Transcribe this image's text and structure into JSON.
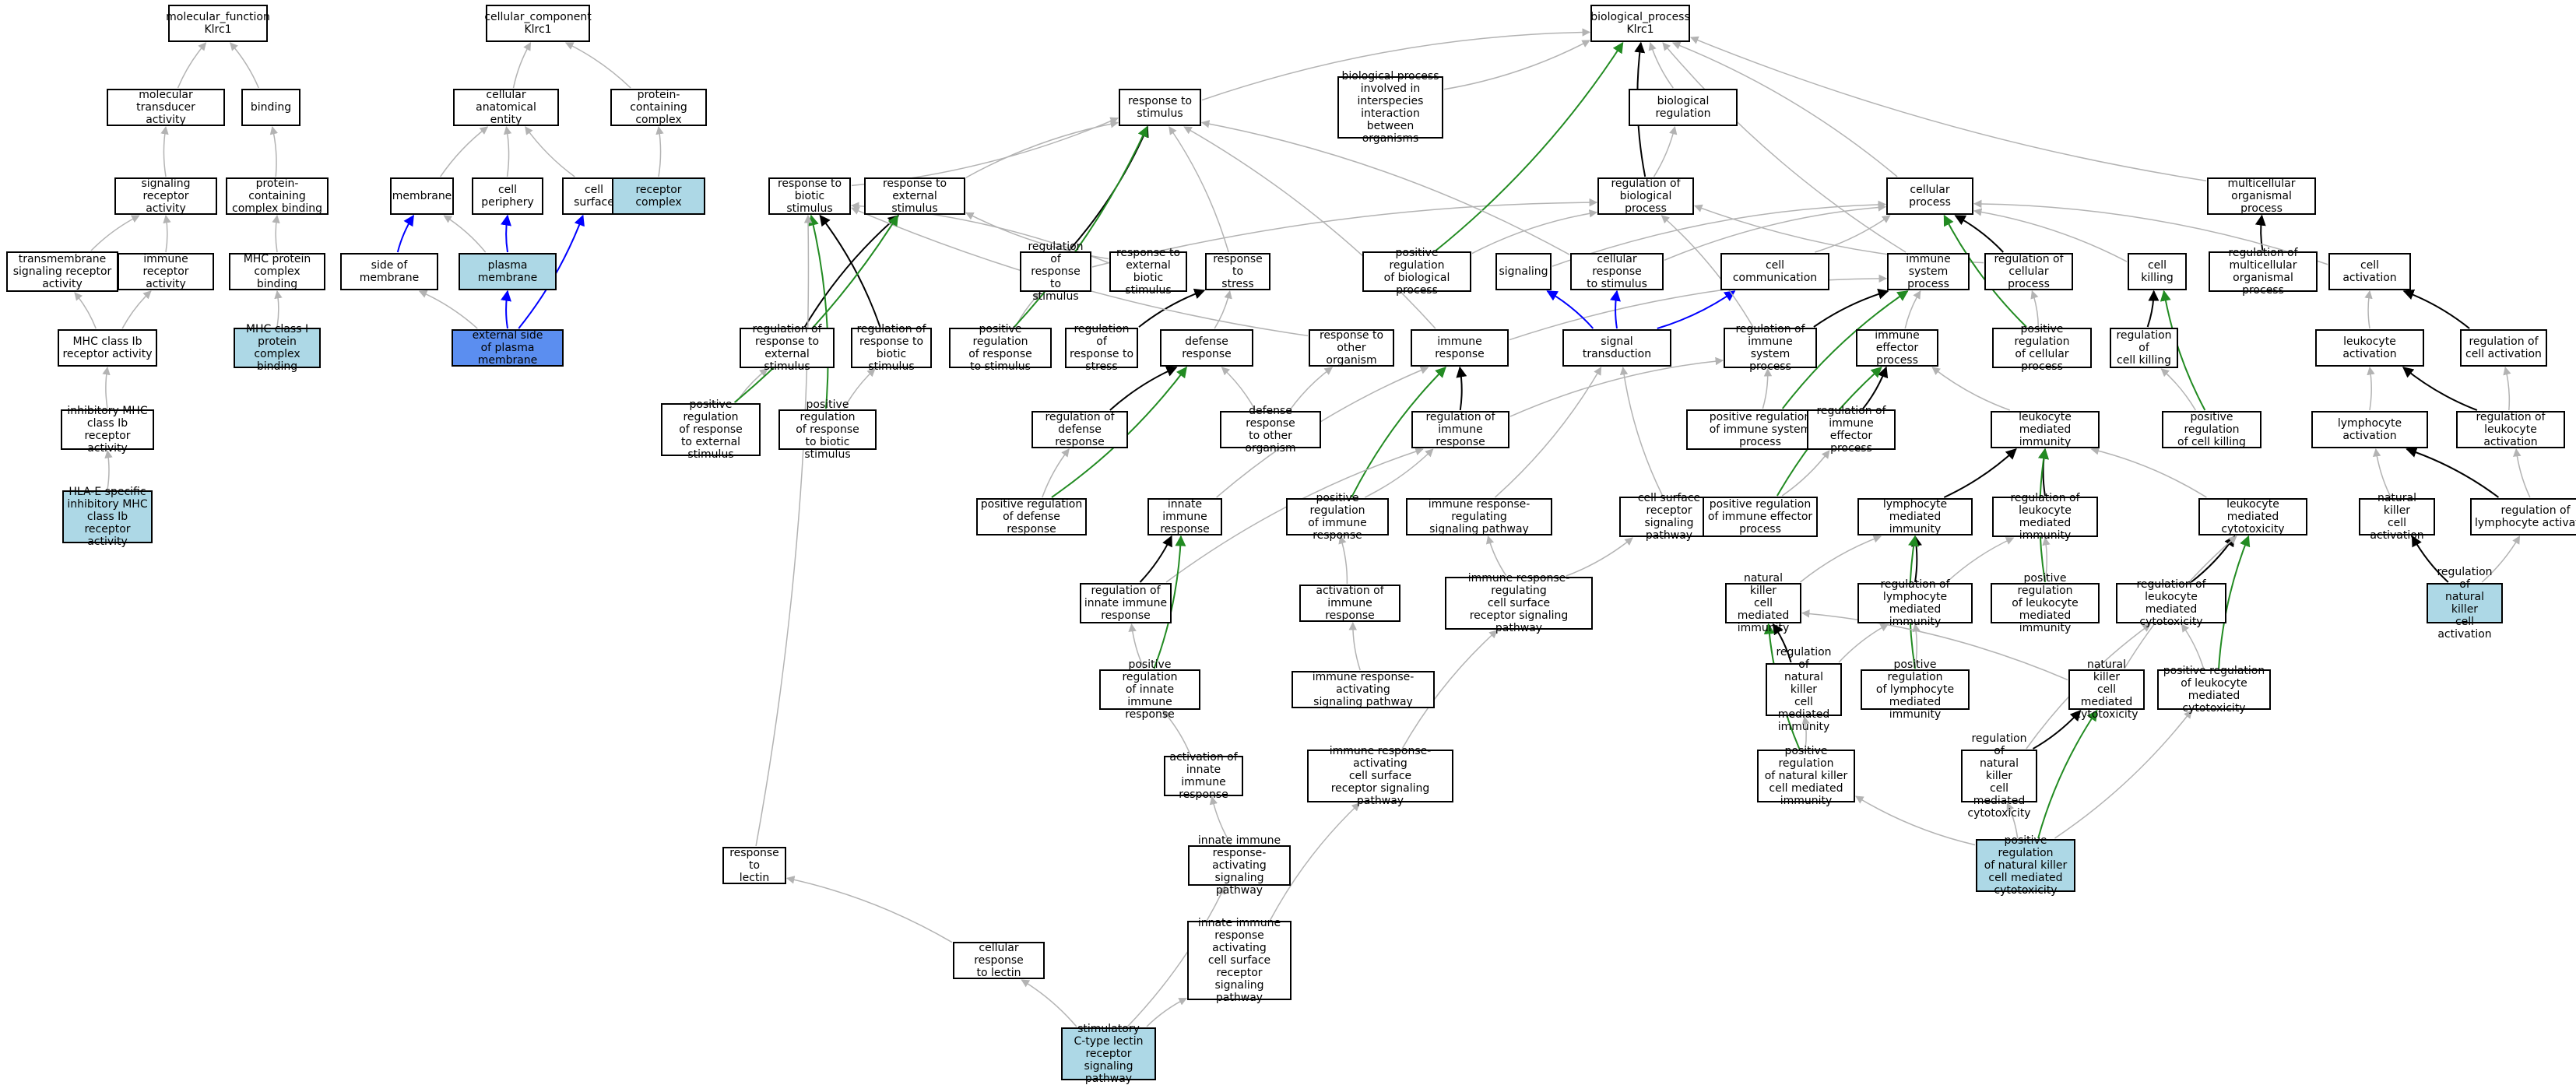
{
  "colors": {
    "default_fill": "#ffffff",
    "highlight_fill": "#add8e6",
    "focus_fill": "#5b8ef0",
    "edge_gray": "#b3b3b3",
    "edge_black": "#000000",
    "edge_blue": "#0000ff",
    "edge_green": "#228b22"
  },
  "nodes": [
    {
      "id": "mf",
      "label": "molecular_function\nKlrc1"
    },
    {
      "id": "mta",
      "label": "molecular transducer\nactivity"
    },
    {
      "id": "bind",
      "label": "binding"
    },
    {
      "id": "sra",
      "label": "signaling receptor\nactivity"
    },
    {
      "id": "pccb",
      "label": "protein-containing\ncomplex binding"
    },
    {
      "id": "tsra",
      "label": "transmembrane\nsignaling receptor\nactivity"
    },
    {
      "id": "ira",
      "label": "immune receptor\nactivity"
    },
    {
      "id": "mhcpcb",
      "label": "MHC protein\ncomplex binding"
    },
    {
      "id": "mhcib",
      "label": "MHC class Ib\nreceptor activity"
    },
    {
      "id": "mhci",
      "label": "MHC class I\nprotein complex\nbinding",
      "style": "hl"
    },
    {
      "id": "inhib",
      "label": "inhibitory MHC\nclass Ib receptor\nactivity"
    },
    {
      "id": "hlae",
      "label": "HLA-E specific\ninhibitory MHC\nclass Ib receptor\nactivity",
      "style": "hl"
    },
    {
      "id": "cc",
      "label": "cellular_component\nKlrc1"
    },
    {
      "id": "cae",
      "label": "cellular anatomical\nentity"
    },
    {
      "id": "pcc",
      "label": "protein-containing\ncomplex"
    },
    {
      "id": "mem",
      "label": "membrane"
    },
    {
      "id": "cper",
      "label": "cell periphery"
    },
    {
      "id": "csurf",
      "label": "cell surface"
    },
    {
      "id": "rcpx",
      "label": "receptor complex",
      "style": "hl"
    },
    {
      "id": "som",
      "label": "side of membrane"
    },
    {
      "id": "pm",
      "label": "plasma membrane",
      "style": "hl"
    },
    {
      "id": "espm",
      "label": "external side\nof plasma membrane",
      "style": "hl2"
    },
    {
      "id": "bp",
      "label": "biological_process\nKlrc1"
    },
    {
      "id": "rts",
      "label": "response to\nstimulus"
    },
    {
      "id": "bpio",
      "label": "biological process\ninvolved in\ninterspecies\ninteraction\nbetween organisms"
    },
    {
      "id": "breg",
      "label": "biological regulation"
    },
    {
      "id": "rbs",
      "label": "response to\nbiotic stimulus"
    },
    {
      "id": "res",
      "label": "response to\nexternal stimulus"
    },
    {
      "id": "rbp",
      "label": "regulation of\nbiological process"
    },
    {
      "id": "cp",
      "label": "cellular process"
    },
    {
      "id": "mop",
      "label": "multicellular\norganismal process"
    },
    {
      "id": "rrs",
      "label": "regulation of\nresponse to\nstimulus"
    },
    {
      "id": "rebs",
      "label": "response to\nexternal biotic\nstimulus"
    },
    {
      "id": "rstress",
      "label": "response to\nstress"
    },
    {
      "id": "prbp",
      "label": "positive regulation\nof biological\nprocess"
    },
    {
      "id": "sig",
      "label": "signaling"
    },
    {
      "id": "crs",
      "label": "cellular response\nto stimulus"
    },
    {
      "id": "ccom",
      "label": "cell communication"
    },
    {
      "id": "isp",
      "label": "immune system\nprocess"
    },
    {
      "id": "rcp",
      "label": "regulation of\ncellular process"
    },
    {
      "id": "ck",
      "label": "cell killing"
    },
    {
      "id": "rmop",
      "label": "regulation of\nmulticellular\norganismal process"
    },
    {
      "id": "ca",
      "label": "cell activation"
    },
    {
      "id": "rres",
      "label": "regulation of\nresponse to\nexternal stimulus"
    },
    {
      "id": "rrbs",
      "label": "regulation of\nresponse to\nbiotic stimulus"
    },
    {
      "id": "prrs",
      "label": "positive regulation\nof response\nto stimulus"
    },
    {
      "id": "rrstress",
      "label": "regulation of\nresponse to\nstress"
    },
    {
      "id": "dr",
      "label": "defense response"
    },
    {
      "id": "rto",
      "label": "response to\nother organism"
    },
    {
      "id": "ir",
      "label": "immune response"
    },
    {
      "id": "st",
      "label": "signal transduction"
    },
    {
      "id": "risp",
      "label": "regulation of\nimmune system\nprocess"
    },
    {
      "id": "iep",
      "label": "immune effector\nprocess"
    },
    {
      "id": "prcp",
      "label": "positive regulation\nof cellular\nprocess"
    },
    {
      "id": "rck",
      "label": "regulation of\ncell killing"
    },
    {
      "id": "la",
      "label": "leukocyte activation"
    },
    {
      "id": "rca",
      "label": "regulation of\ncell activation"
    },
    {
      "id": "prres",
      "label": "positive regulation\nof response\nto external\nstimulus"
    },
    {
      "id": "prrbs",
      "label": "positive regulation\nof response\nto biotic stimulus"
    },
    {
      "id": "rdr",
      "label": "regulation of\ndefense response"
    },
    {
      "id": "drto",
      "label": "defense response\nto other organism"
    },
    {
      "id": "rir",
      "label": "regulation of\nimmune response"
    },
    {
      "id": "prisp",
      "label": "positive regulation\nof immune system\nprocess"
    },
    {
      "id": "riep",
      "label": "regulation of\nimmune effector\nprocess"
    },
    {
      "id": "lmi",
      "label": "leukocyte mediated\nimmunity"
    },
    {
      "id": "prck",
      "label": "positive regulation\nof cell killing"
    },
    {
      "id": "lya",
      "label": "lymphocyte activation"
    },
    {
      "id": "rla",
      "label": "regulation of\nleukocyte activation"
    },
    {
      "id": "prdr",
      "label": "positive regulation\nof defense response"
    },
    {
      "id": "iir",
      "label": "innate immune\nresponse"
    },
    {
      "id": "prir",
      "label": "positive regulation\nof immune response"
    },
    {
      "id": "irrsp",
      "label": "immune response-regulating\nsignaling pathway"
    },
    {
      "id": "csrsp",
      "label": "cell surface\nreceptor signaling\npathway"
    },
    {
      "id": "prepiep",
      "label": "positive regulation\nof immune effector\nprocess"
    },
    {
      "id": "lymi",
      "label": "lymphocyte mediated\nimmunity"
    },
    {
      "id": "rlmi",
      "label": "regulation of\nleukocyte mediated\nimmunity"
    },
    {
      "id": "lmc",
      "label": "leukocyte mediated\ncytotoxicity"
    },
    {
      "id": "nkca",
      "label": "natural killer\ncell activation"
    },
    {
      "id": "rlya",
      "label": "regulation of\nlymphocyte activation"
    },
    {
      "id": "riir",
      "label": "regulation of\ninnate immune\nresponse"
    },
    {
      "id": "aoir",
      "label": "activation of\nimmune response"
    },
    {
      "id": "irrcsrsp",
      "label": "immune response-regulating\ncell surface\nreceptor signaling\npathway"
    },
    {
      "id": "nkcmi",
      "label": "natural killer\ncell mediated\nimmunity"
    },
    {
      "id": "rlymi",
      "label": "regulation of\nlymphocyte mediated\nimmunity"
    },
    {
      "id": "prlmi",
      "label": "positive regulation\nof leukocyte\nmediated immunity"
    },
    {
      "id": "rlmc",
      "label": "regulation of\nleukocyte mediated\ncytotoxicity"
    },
    {
      "id": "rnkca",
      "label": "regulation of\nnatural killer\ncell activation",
      "style": "hl"
    },
    {
      "id": "priir",
      "label": "positive regulation\nof innate immune\nresponse"
    },
    {
      "id": "irasp",
      "label": "immune response-activating\nsignaling pathway"
    },
    {
      "id": "rnkcmi",
      "label": "regulation of\nnatural killer\ncell mediated\nimmunity"
    },
    {
      "id": "prlymi",
      "label": "positive regulation\nof lymphocyte\nmediated immunity"
    },
    {
      "id": "nkcmc",
      "label": "natural killer\ncell mediated\ncytotoxicity"
    },
    {
      "id": "prlmc",
      "label": "positive regulation\nof leukocyte\nmediated cytotoxicity"
    },
    {
      "id": "aiir",
      "label": "activation of\ninnate immune\nresponse"
    },
    {
      "id": "iracsrsp",
      "label": "immune response-activating\ncell surface\nreceptor signaling\npathway"
    },
    {
      "id": "prnkcmi",
      "label": "positive regulation\nof natural killer\ncell mediated\nimmunity"
    },
    {
      "id": "rnkcmc",
      "label": "regulation of\nnatural killer\ncell mediated\ncytotoxicity"
    },
    {
      "id": "rtl",
      "label": "response to\nlectin"
    },
    {
      "id": "iirasp",
      "label": "innate immune\nresponse-activating\nsignaling pathway"
    },
    {
      "id": "prnkcmc",
      "label": "positive regulation\nof natural killer\ncell mediated\ncytotoxicity",
      "style": "hl"
    },
    {
      "id": "crl",
      "label": "cellular response\nto lectin"
    },
    {
      "id": "iiracsrsp",
      "label": "innate immune\nresponse activating\ncell surface\nreceptor signaling\npathway"
    },
    {
      "id": "sctl",
      "label": "stimulatory\nC-type lectin\nreceptor signaling\npathway",
      "style": "hl"
    }
  ],
  "edges": [
    [
      "mta",
      "mf",
      "gray"
    ],
    [
      "bind",
      "mf",
      "gray"
    ],
    [
      "sra",
      "mta",
      "gray"
    ],
    [
      "pccb",
      "bind",
      "gray"
    ],
    [
      "tsra",
      "sra",
      "gray"
    ],
    [
      "ira",
      "sra",
      "gray"
    ],
    [
      "mhcpcb",
      "pccb",
      "gray"
    ],
    [
      "mhcib",
      "tsra",
      "gray"
    ],
    [
      "mhcib",
      "ira",
      "gray"
    ],
    [
      "mhci",
      "mhcpcb",
      "gray"
    ],
    [
      "inhib",
      "mhcib",
      "gray"
    ],
    [
      "hlae",
      "inhib",
      "gray"
    ],
    [
      "cae",
      "cc",
      "gray"
    ],
    [
      "pcc",
      "cc",
      "gray"
    ],
    [
      "mem",
      "cae",
      "gray"
    ],
    [
      "cper",
      "cae",
      "gray"
    ],
    [
      "csurf",
      "cae",
      "gray"
    ],
    [
      "rcpx",
      "pcc",
      "gray"
    ],
    [
      "som",
      "mem",
      "blue"
    ],
    [
      "pm",
      "mem",
      "gray"
    ],
    [
      "pm",
      "cper",
      "blue"
    ],
    [
      "espm",
      "som",
      "gray"
    ],
    [
      "espm",
      "pm",
      "blue"
    ],
    [
      "espm",
      "csurf",
      "blue"
    ],
    [
      "rts",
      "bp",
      "gray"
    ],
    [
      "bpio",
      "bp",
      "gray"
    ],
    [
      "breg",
      "bp",
      "gray"
    ],
    [
      "rbs",
      "rts",
      "gray"
    ],
    [
      "res",
      "rts",
      "gray"
    ],
    [
      "rbp",
      "breg",
      "gray"
    ],
    [
      "rbp",
      "bp",
      "black"
    ],
    [
      "cp",
      "bp",
      "gray"
    ],
    [
      "mop",
      "bp",
      "gray"
    ],
    [
      "rrs",
      "rts",
      "black"
    ],
    [
      "rrs",
      "rbp",
      "gray"
    ],
    [
      "rebs",
      "rbs",
      "gray"
    ],
    [
      "rebs",
      "res",
      "gray"
    ],
    [
      "rstress",
      "rts",
      "gray"
    ],
    [
      "prbp",
      "rbp",
      "gray"
    ],
    [
      "prbp",
      "bp",
      "green"
    ],
    [
      "sig",
      "cp",
      "gray"
    ],
    [
      "crs",
      "rts",
      "gray"
    ],
    [
      "crs",
      "cp",
      "gray"
    ],
    [
      "ccom",
      "cp",
      "gray"
    ],
    [
      "isp",
      "bp",
      "gray"
    ],
    [
      "rcp",
      "cp",
      "black"
    ],
    [
      "rcp",
      "rbp",
      "gray"
    ],
    [
      "ck",
      "cp",
      "gray"
    ],
    [
      "rmop",
      "mop",
      "black"
    ],
    [
      "ca",
      "cp",
      "gray"
    ],
    [
      "rres",
      "res",
      "black"
    ],
    [
      "rrbs",
      "rbs",
      "black"
    ],
    [
      "prrs",
      "rrs",
      "gray"
    ],
    [
      "prrs",
      "rts",
      "green"
    ],
    [
      "rrstress",
      "rstress",
      "black"
    ],
    [
      "dr",
      "rstress",
      "gray"
    ],
    [
      "rto",
      "rbs",
      "gray"
    ],
    [
      "ir",
      "rts",
      "gray"
    ],
    [
      "ir",
      "isp",
      "gray"
    ],
    [
      "st",
      "sig",
      "blue"
    ],
    [
      "st",
      "crs",
      "blue"
    ],
    [
      "st",
      "ccom",
      "blue"
    ],
    [
      "risp",
      "isp",
      "black"
    ],
    [
      "risp",
      "rbp",
      "gray"
    ],
    [
      "iep",
      "isp",
      "gray"
    ],
    [
      "prcp",
      "rcp",
      "gray"
    ],
    [
      "prcp",
      "cp",
      "green"
    ],
    [
      "rck",
      "ck",
      "black"
    ],
    [
      "la",
      "ca",
      "gray"
    ],
    [
      "rca",
      "ca",
      "black"
    ],
    [
      "prres",
      "rres",
      "gray"
    ],
    [
      "prres",
      "res",
      "green"
    ],
    [
      "prrbs",
      "rrbs",
      "gray"
    ],
    [
      "prrbs",
      "rbs",
      "green"
    ],
    [
      "rdr",
      "dr",
      "black"
    ],
    [
      "drto",
      "dr",
      "gray"
    ],
    [
      "drto",
      "rto",
      "gray"
    ],
    [
      "rir",
      "ir",
      "black"
    ],
    [
      "rir",
      "risp",
      "gray"
    ],
    [
      "prisp",
      "risp",
      "gray"
    ],
    [
      "prisp",
      "isp",
      "green"
    ],
    [
      "riep",
      "iep",
      "black"
    ],
    [
      "lmi",
      "iep",
      "gray"
    ],
    [
      "prck",
      "rck",
      "gray"
    ],
    [
      "prck",
      "ck",
      "green"
    ],
    [
      "lya",
      "la",
      "gray"
    ],
    [
      "rla",
      "la",
      "black"
    ],
    [
      "rla",
      "rca",
      "gray"
    ],
    [
      "prdr",
      "rdr",
      "gray"
    ],
    [
      "prdr",
      "dr",
      "green"
    ],
    [
      "iir",
      "ir",
      "gray"
    ],
    [
      "prir",
      "rir",
      "gray"
    ],
    [
      "prir",
      "ir",
      "green"
    ],
    [
      "irrsp",
      "st",
      "gray"
    ],
    [
      "csrsp",
      "st",
      "gray"
    ],
    [
      "prepiep",
      "riep",
      "gray"
    ],
    [
      "prepiep",
      "iep",
      "green"
    ],
    [
      "lymi",
      "lmi",
      "black"
    ],
    [
      "rlmi",
      "lmi",
      "black"
    ],
    [
      "lmc",
      "lmi",
      "gray"
    ],
    [
      "nkca",
      "lya",
      "gray"
    ],
    [
      "rlya",
      "lya",
      "black"
    ],
    [
      "rlya",
      "rla",
      "gray"
    ],
    [
      "riir",
      "iir",
      "black"
    ],
    [
      "riir",
      "rir",
      "gray"
    ],
    [
      "aoir",
      "prir",
      "gray"
    ],
    [
      "irrcsrsp",
      "irrsp",
      "gray"
    ],
    [
      "irrcsrsp",
      "csrsp",
      "gray"
    ],
    [
      "nkcmi",
      "lymi",
      "gray"
    ],
    [
      "rlymi",
      "lymi",
      "black"
    ],
    [
      "rlymi",
      "rlmi",
      "gray"
    ],
    [
      "prlmi",
      "rlmi",
      "gray"
    ],
    [
      "prlmi",
      "lmi",
      "green"
    ],
    [
      "rlmc",
      "lmc",
      "black"
    ],
    [
      "rnkca",
      "nkca",
      "black"
    ],
    [
      "rnkca",
      "rlya",
      "gray"
    ],
    [
      "priir",
      "riir",
      "gray"
    ],
    [
      "priir",
      "iir",
      "green"
    ],
    [
      "irasp",
      "aoir",
      "gray"
    ],
    [
      "rnkcmi",
      "nkcmi",
      "black"
    ],
    [
      "rnkcmi",
      "rlymi",
      "gray"
    ],
    [
      "prlymi",
      "rlymi",
      "gray"
    ],
    [
      "prlymi",
      "lymi",
      "green"
    ],
    [
      "nkcmc",
      "nkcmi",
      "gray"
    ],
    [
      "nkcmc",
      "lmc",
      "gray"
    ],
    [
      "prlmc",
      "rlmc",
      "gray"
    ],
    [
      "prlmc",
      "lmc",
      "green"
    ],
    [
      "aiir",
      "priir",
      "gray"
    ],
    [
      "iracsrsp",
      "irrcsrsp",
      "gray"
    ],
    [
      "prnkcmi",
      "rnkcmi",
      "gray"
    ],
    [
      "prnkcmi",
      "nkcmi",
      "green"
    ],
    [
      "rnkcmc",
      "nkcmc",
      "black"
    ],
    [
      "rnkcmc",
      "rlmc",
      "gray"
    ],
    [
      "rtl",
      "rbs",
      "gray"
    ],
    [
      "iirasp",
      "aiir",
      "gray"
    ],
    [
      "prnkcmc",
      "rnkcmc",
      "gray"
    ],
    [
      "prnkcmc",
      "nkcmc",
      "green"
    ],
    [
      "prnkcmc",
      "prlmc",
      "gray"
    ],
    [
      "prnkcmc",
      "prnkcmi",
      "gray"
    ],
    [
      "crl",
      "rtl",
      "gray"
    ],
    [
      "iiracsrsp",
      "iracsrsp",
      "gray"
    ],
    [
      "sctl",
      "crl",
      "gray"
    ],
    [
      "sctl",
      "iiracsrsp",
      "gray"
    ],
    [
      "sctl",
      "iirasp",
      "gray"
    ]
  ]
}
